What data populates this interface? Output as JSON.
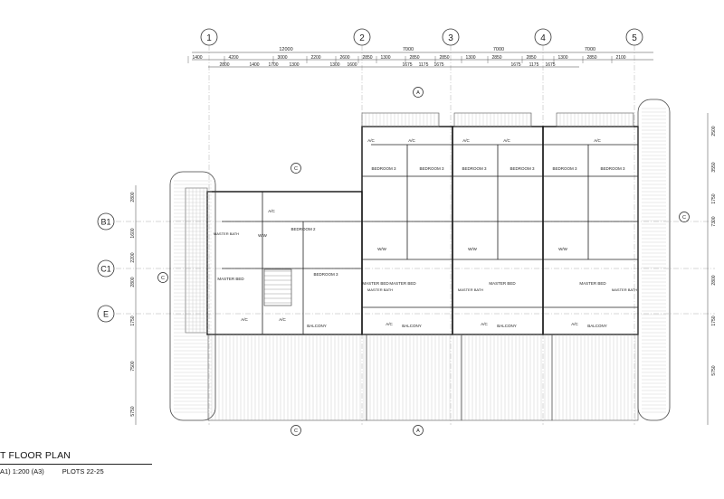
{
  "title_block": {
    "title": "T FLOOR PLAN",
    "scale": "A1) 1:200 (A3)",
    "plots": "PLOTS 22-25"
  },
  "grid": {
    "columns": [
      "1",
      "2",
      "3",
      "4",
      "5"
    ],
    "rows": [
      "B1",
      "C1",
      "E"
    ]
  },
  "dimensions": {
    "top_total": "12000",
    "top_row1": [
      "1400",
      "4200",
      "3000",
      "2200",
      "2600",
      "2850",
      "1300",
      "2850",
      "2850",
      "1300",
      "2850",
      "2850",
      "1300",
      "2850",
      "2100"
    ],
    "top_row2": [
      "2800",
      "1400",
      "1700",
      "1300",
      "1300",
      "1600",
      "1675",
      "1175",
      "1675",
      "1675",
      "1175",
      "1675"
    ],
    "bay_widths": [
      "7000",
      "7000",
      "7000"
    ],
    "left_side": [
      "2800",
      "1600",
      "2200",
      "2800",
      "1750",
      "7500",
      "5750"
    ],
    "right_side": [
      "2500",
      "3550",
      "1750",
      "7300",
      "2800",
      "1750",
      "5750"
    ]
  },
  "rooms": {
    "bedrooms_upper": [
      "BEDROOM 3",
      "BEDROOM 3",
      "BEDROOM 3",
      "BEDROOM 3",
      "BEDROOM 3",
      "BEDROOM 3"
    ],
    "master_beds": [
      "MASTER BED",
      "MASTER BED",
      "MASTER BED",
      "MASTER BED",
      "MASTER BED"
    ],
    "bedroom2": "BEDROOM 2",
    "bedroom2b": "BEDROOM 3",
    "balcony": "BALCONY",
    "ac": "A/C",
    "wiw": "W/W",
    "bath": "MASTER BATH"
  },
  "section_markers": [
    "A",
    "A",
    "C",
    "C",
    "C",
    "C"
  ]
}
